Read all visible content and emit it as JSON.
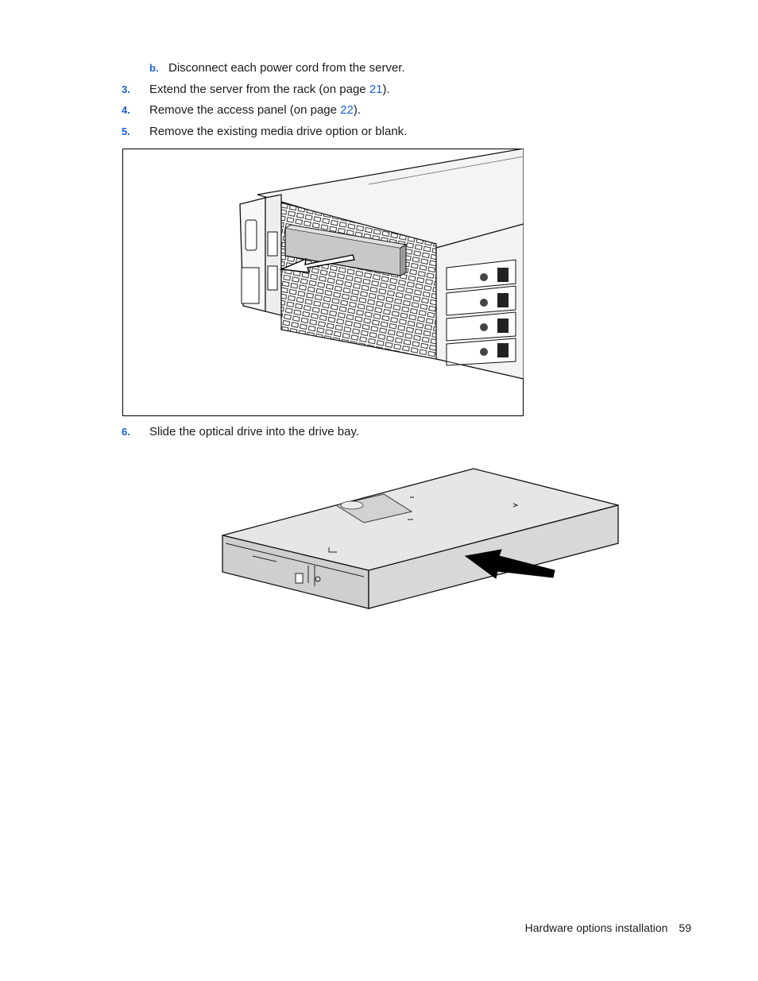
{
  "steps": [
    {
      "marker": "b.",
      "text": "Disconnect each power cord from the server."
    },
    {
      "marker": "3.",
      "before": "Extend the server from the rack (on page ",
      "link": "21",
      "after": ")."
    },
    {
      "marker": "4.",
      "before": "Remove the access panel (on page ",
      "link": "22",
      "after": ")."
    },
    {
      "marker": "5.",
      "text": "Remove the existing media drive option or blank."
    },
    {
      "marker": "6.",
      "text": "Slide the optical drive into the drive bay."
    }
  ],
  "figures": {
    "remove_blank": {
      "icon": "server-media-bay-removal-illustration"
    },
    "insert_drive": {
      "icon": "optical-drive-insertion-illustration"
    }
  },
  "footer": {
    "section": "Hardware options installation",
    "page": "59"
  },
  "colors": {
    "accent": "#1a5fd0",
    "text": "#1a1a1a"
  }
}
